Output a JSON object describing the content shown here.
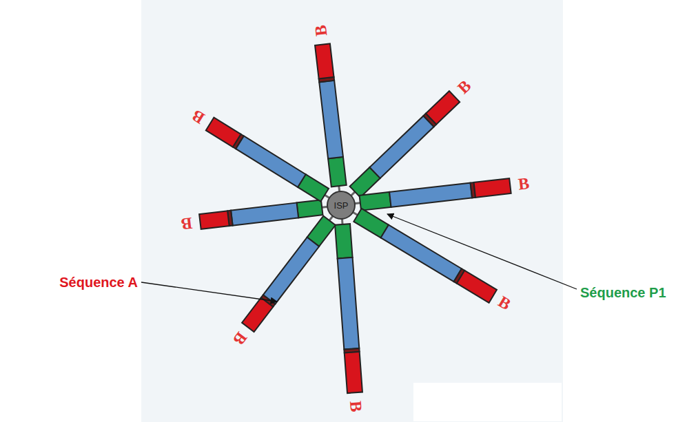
{
  "diagram": {
    "nodes": [
      {
        "text": [
          "ISP"
        ]
      }
    ],
    "labels": [
      "B",
      "B",
      "B",
      "B",
      "B",
      "B",
      "B",
      "B",
      "Séquence A",
      "Séquence P1"
    ]
  }
}
